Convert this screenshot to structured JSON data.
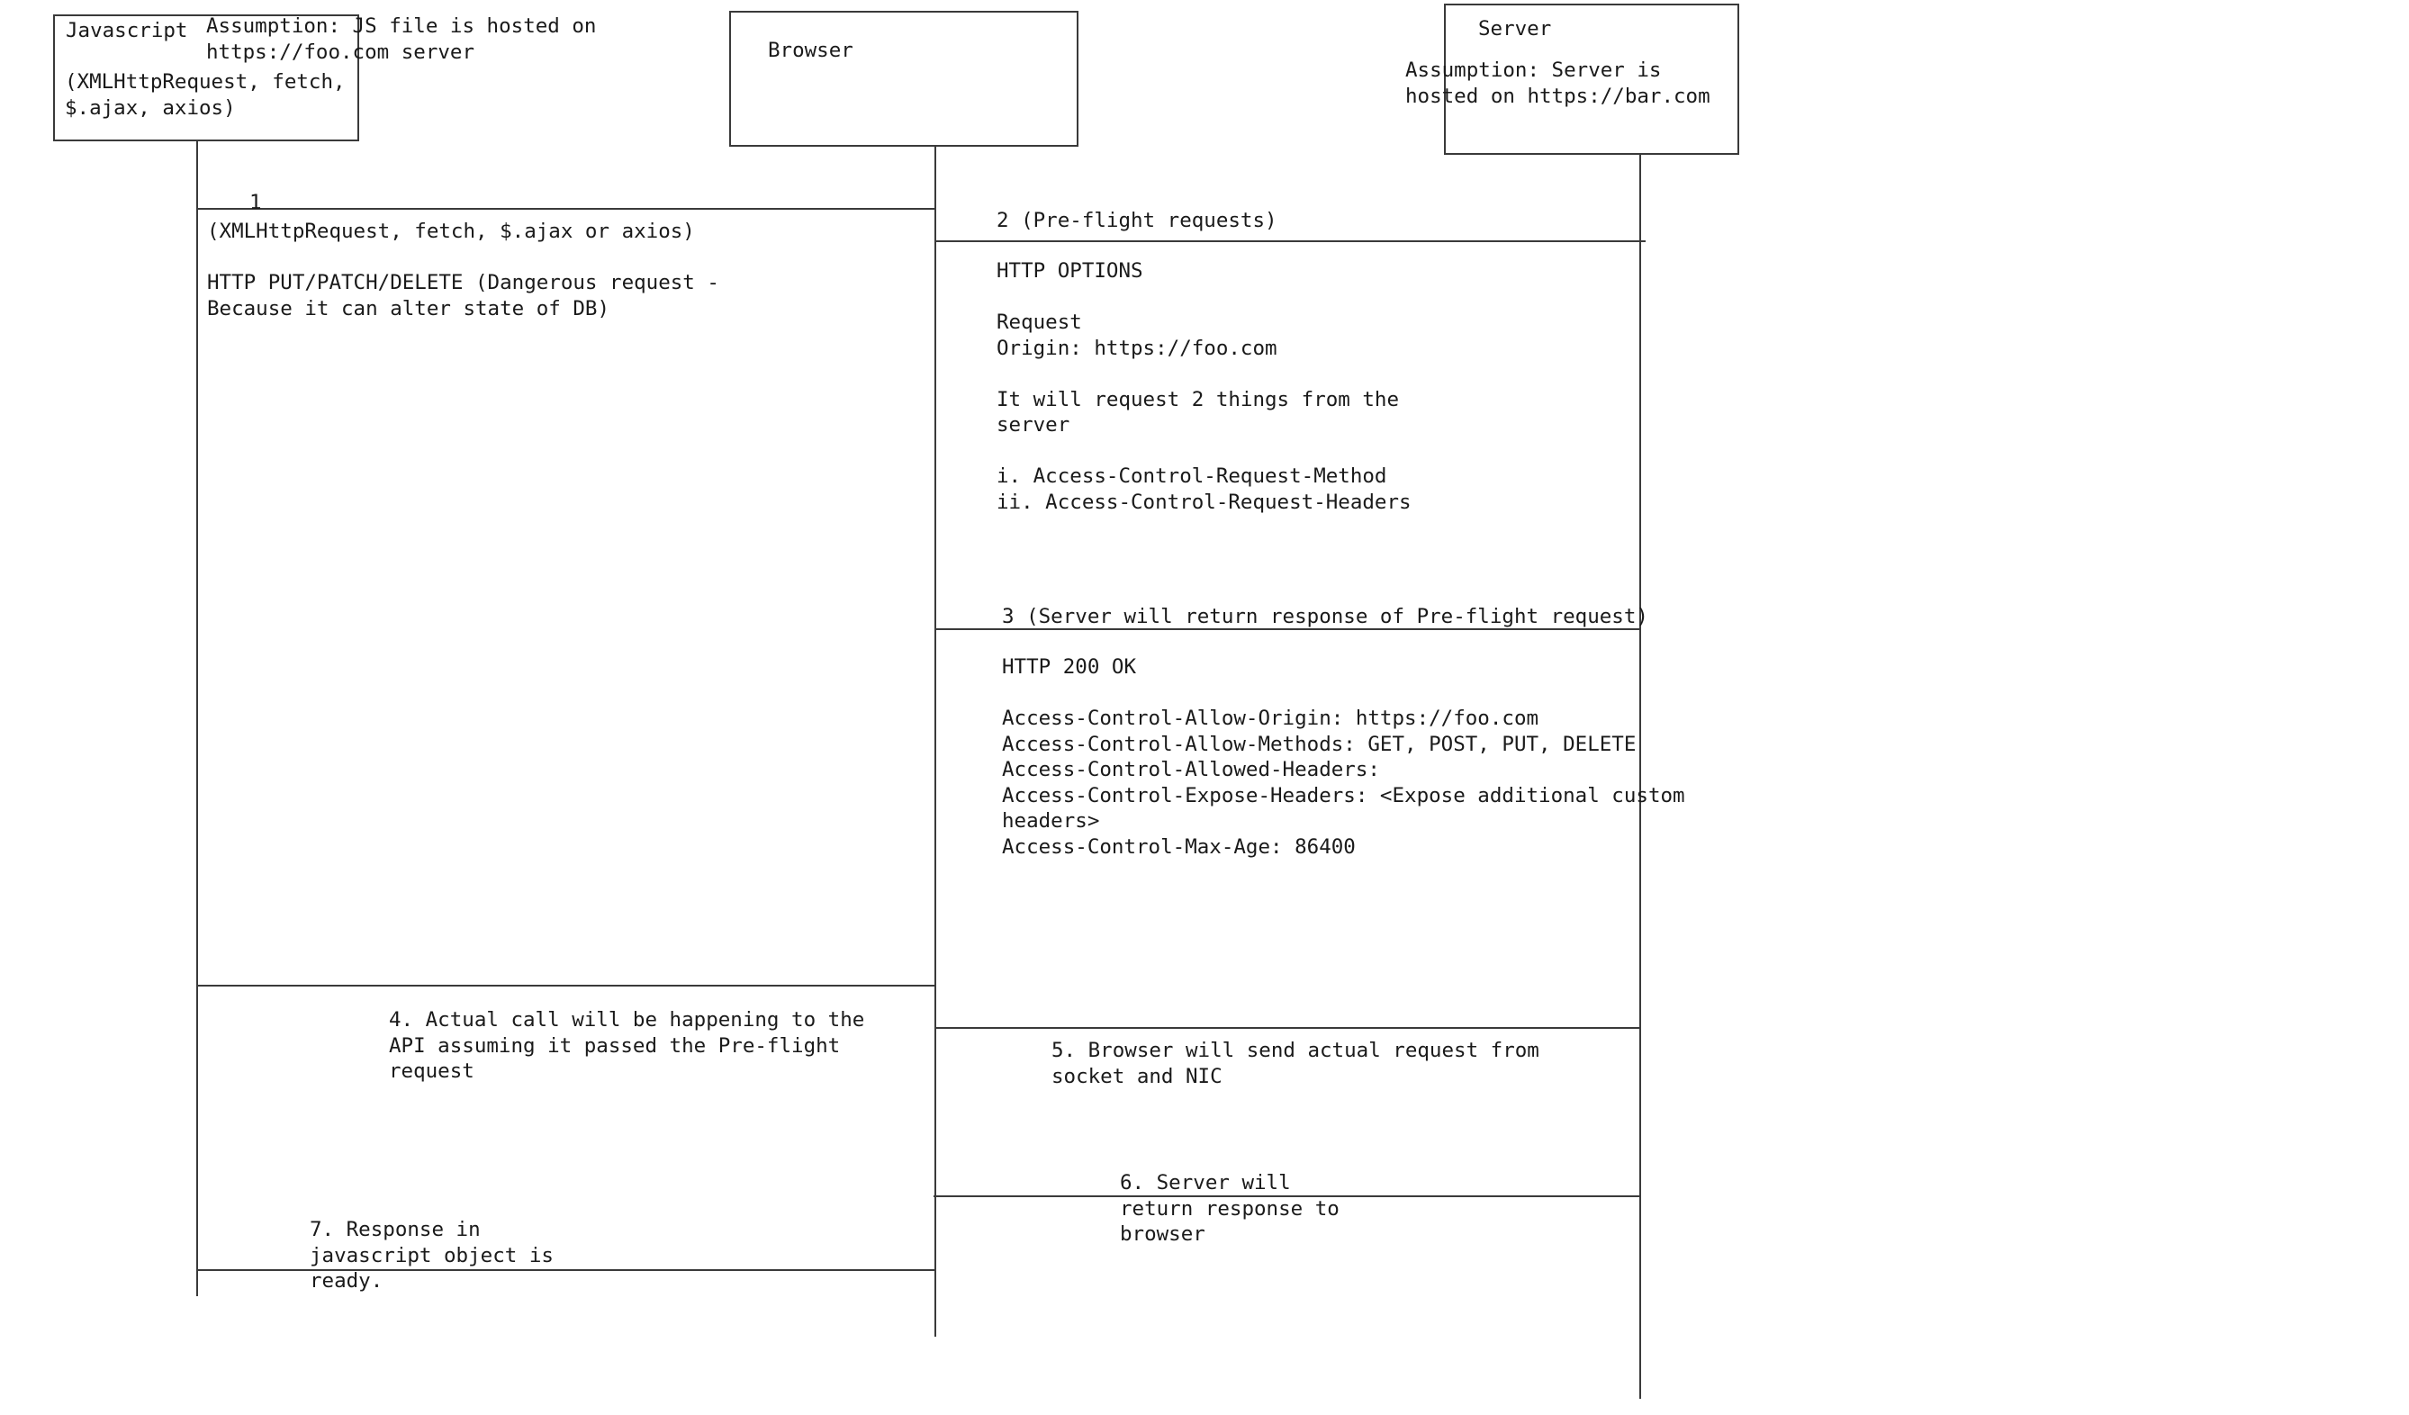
{
  "participants": {
    "javascript": {
      "title": "Javascript",
      "apis": "(XMLHttpRequest, fetch,\n$.ajax, axios)",
      "assumption": "Assumption: JS file is hosted on\nhttps://foo.com server"
    },
    "browser": {
      "title": "Browser"
    },
    "server": {
      "title": "Server",
      "assumption": "Assumption: Server is\nhosted on https://bar.com"
    }
  },
  "messages": {
    "m1": {
      "number": "1",
      "text": "(XMLHttpRequest, fetch, $.ajax or axios)\n\nHTTP PUT/PATCH/DELETE (Dangerous request -\nBecause it can alter state of DB)"
    },
    "m2": {
      "heading": "2 (Pre-flight requests)",
      "text": "HTTP OPTIONS\n\nRequest\nOrigin: https://foo.com\n\nIt will request 2 things from the\nserver\n\ni. Access-Control-Request-Method\nii. Access-Control-Request-Headers"
    },
    "m3": {
      "heading": "3 (Server will return response of Pre-flight request)",
      "text": "HTTP 200 OK\n\nAccess-Control-Allow-Origin: https://foo.com\nAccess-Control-Allow-Methods: GET, POST, PUT, DELETE\nAccess-Control-Allowed-Headers:\nAccess-Control-Expose-Headers: <Expose additional custom\nheaders>\nAccess-Control-Max-Age: 86400"
    },
    "m4": {
      "text": "4. Actual call will be happening to the\nAPI assuming it passed the Pre-flight\nrequest"
    },
    "m5": {
      "text": "5. Browser will send actual request from\nsocket and NIC"
    },
    "m6": {
      "text": "6. Server will\nreturn response to\nbrowser"
    },
    "m7": {
      "text": "7. Response in\njavascript object is\nready."
    }
  }
}
